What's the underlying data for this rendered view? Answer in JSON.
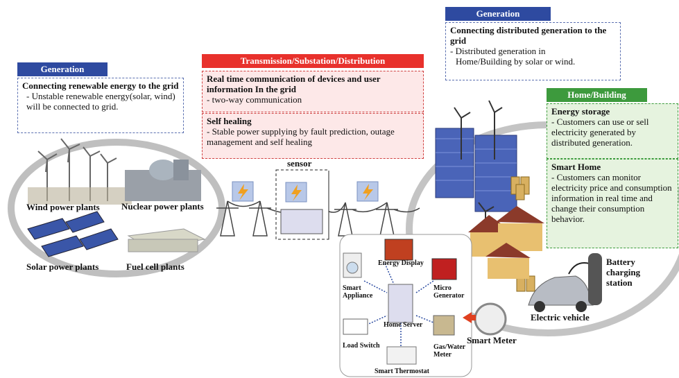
{
  "gen_left": {
    "header": "Generation",
    "title": "Connecting renewable energy to the grid",
    "desc": "- Unstable renewable energy(solar, wind) will be connected to grid."
  },
  "transmission": {
    "header": "Transmission/Substation/Distribution",
    "rt_title": "Real time communication of devices and user information In the grid",
    "rt_desc": "- two-way communication",
    "sh_title": "Self healing",
    "sh_desc": "- Stable power supplying by fault prediction, outage management and self healing"
  },
  "gen_right": {
    "header": "Generation",
    "title": "Connecting distributed generation to the grid",
    "desc_1": "- Distributed generation in",
    "desc_2": "Home/Building by solar or wind."
  },
  "home": {
    "header": "Home/Building",
    "es_title": "Energy storage",
    "es_desc": "- Customers can use or sell electricity generated by distributed generation.",
    "sh_title": "Smart Home",
    "sh_desc": "- Customers can monitor electricity price and consumption information in real time and change their consumption behavior."
  },
  "plants": {
    "wind": "Wind power plants",
    "nuclear": "Nuclear power plants",
    "solar": "Solar power plants",
    "fuel": "Fuel cell plants"
  },
  "sensor": "sensor",
  "devices": {
    "energy_display": "Energy Display",
    "smart_appliance": "Smart Appliance",
    "micro_generator": "Micro Generator",
    "home_server": "Home Server",
    "load_switch": "Load Switch",
    "gas_water_meter": "Gas/Water Meter",
    "smart_thermostat": "Smart Thermostat"
  },
  "smart_meter": "Smart Meter",
  "electric_vehicle": "Electric vehicle",
  "battery_station": "Battery charging station",
  "colors": {
    "generation": "#2e4aa0",
    "transmission": "#e8312c",
    "home": "#3d9a3d"
  }
}
